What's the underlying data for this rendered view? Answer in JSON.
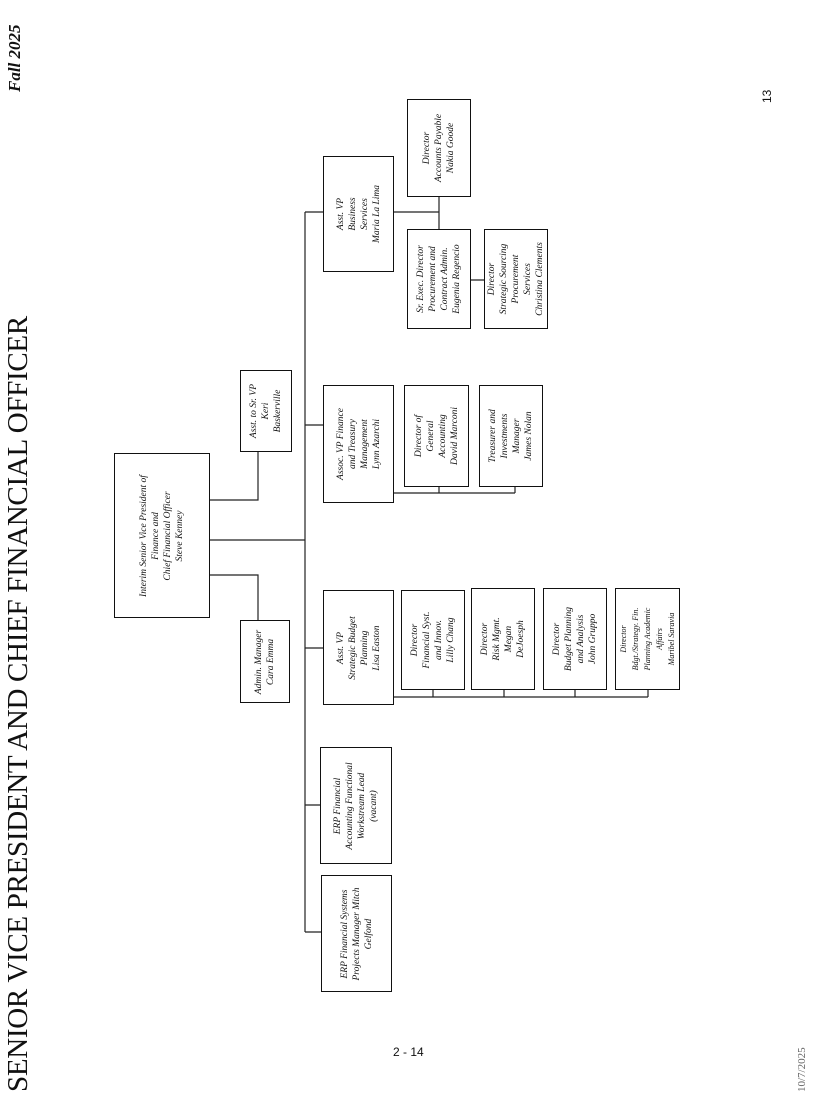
{
  "header": {
    "title": "SENIOR VICE PRESIDENT AND CHIEF FINANCIAL OFFICER",
    "season": "Fall 2025",
    "page_number": "13"
  },
  "footer": {
    "page_code": "2 - 14",
    "date": "10/7/2025"
  },
  "org": {
    "cfo": [
      "Interim Senior Vice President of",
      "Finance and",
      "Chief Financial Officer",
      "Steve Kenney"
    ],
    "asst_sr_vp": [
      "Asst. to Sr. VP",
      "Keri",
      "Baskerville"
    ],
    "admin_manager": [
      "Admin. Manager",
      "Cara Emma"
    ],
    "avp_business": [
      "Asst. VP",
      "Business",
      "Services",
      "Maria La Lima"
    ],
    "dir_ap": [
      "Director",
      "Accounts Payable",
      "Nakia Goode"
    ],
    "sr_exec_procurement": [
      "Sr. Exec. Director",
      "Procurement and",
      "Contract Admin.",
      "Eugenia Regencio"
    ],
    "dir_sourcing": [
      "Director",
      "Strategic Sourcing",
      "Procurement",
      "Services",
      "Christina Clements"
    ],
    "avp_finance": [
      "Assoc. VP Finance",
      "and Treasury",
      "Management",
      "Lynn Azarchi"
    ],
    "dir_gen_accounting": [
      "Director of",
      "General",
      "Accounting",
      "David Marconi"
    ],
    "treasurer": [
      "Treasurer and",
      "Investments",
      "Manager",
      "James Nolan"
    ],
    "avp_budget": [
      "Asst. VP",
      "Strategic Budget",
      "Planning",
      "Lisa Easton"
    ],
    "dir_fin_syst": [
      "Director",
      "Financial Syst.",
      "and Innov.",
      "Lilly Chang"
    ],
    "dir_risk": [
      "Director",
      "Risk Mgmt.",
      "Megan",
      "DeJoesph"
    ],
    "dir_budget": [
      "Director",
      "Budget Planning",
      "and Analysis",
      "John Gruppo"
    ],
    "dir_academic": [
      "Director",
      "Bdgt./Strategy. Fin.",
      "Planning Academic",
      "Affairs",
      "Maribel Saravia"
    ],
    "erp_accounting": [
      "ERP Financial",
      "Accounting Functional",
      "Workstream Lead",
      "(vacant)"
    ],
    "erp_systems": [
      "ERP Financial Systems",
      "Projects Manager Mitch",
      "Gelfond"
    ]
  }
}
